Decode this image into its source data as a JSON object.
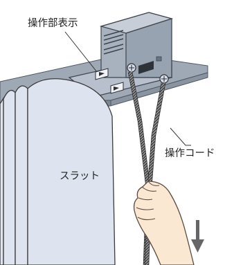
{
  "labels": {
    "control_indicator": "操作部表示",
    "control_cord": "操作コード",
    "slat": "スラット"
  },
  "colors": {
    "rail_face": "#9fa9b6",
    "rail_dark": "#7d8794",
    "rail_light": "#c7ced8",
    "slat_fill": "#dde3ef",
    "slat_stroke": "#3a3a3a",
    "cord": "#3d3d3d",
    "hand_fill": "#fbe8d2",
    "hand_stroke": "#5a4a3e",
    "arrow": "#666666",
    "text": "#222222"
  }
}
